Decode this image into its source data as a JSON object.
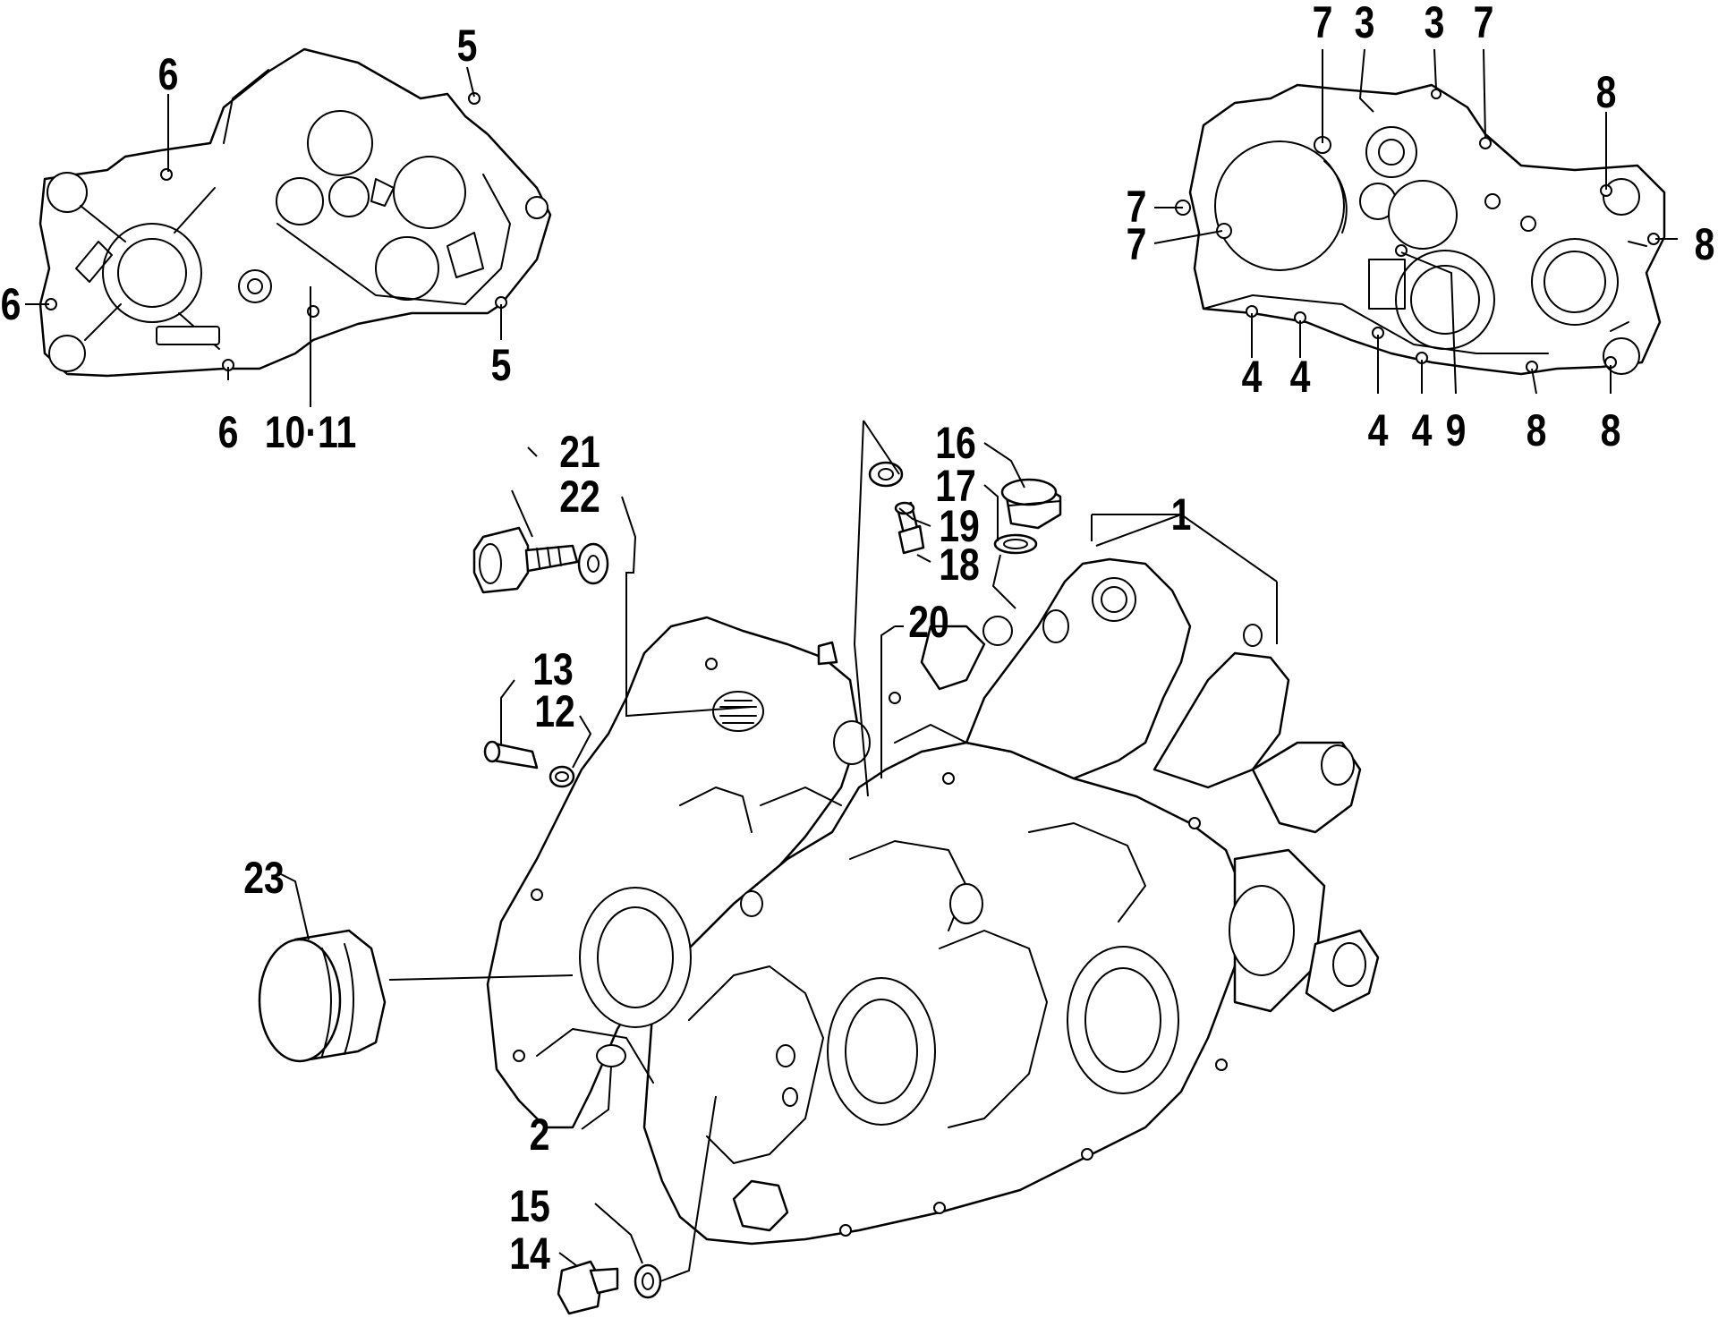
{
  "callouts": {
    "c1": "1",
    "c2": "2",
    "c3a": "3",
    "c3b": "3",
    "c4a": "4",
    "c4b": "4",
    "c4c": "4",
    "c4d": "4",
    "c5a": "5",
    "c5b": "5",
    "c6a": "6",
    "c6b": "6",
    "c6c": "6",
    "c7a": "7",
    "c7b": "7",
    "c7c": "7",
    "c7d": "7",
    "c8a": "8",
    "c8b": "8",
    "c8c": "8",
    "c8d": "8",
    "c9": "9",
    "c10_11": "10·11",
    "c12": "12",
    "c13": "13",
    "c14": "14",
    "c15": "15",
    "c16": "16",
    "c17": "17",
    "c18": "18",
    "c19": "19",
    "c20": "20",
    "c21": "21",
    "c22": "22",
    "c23": "23"
  }
}
